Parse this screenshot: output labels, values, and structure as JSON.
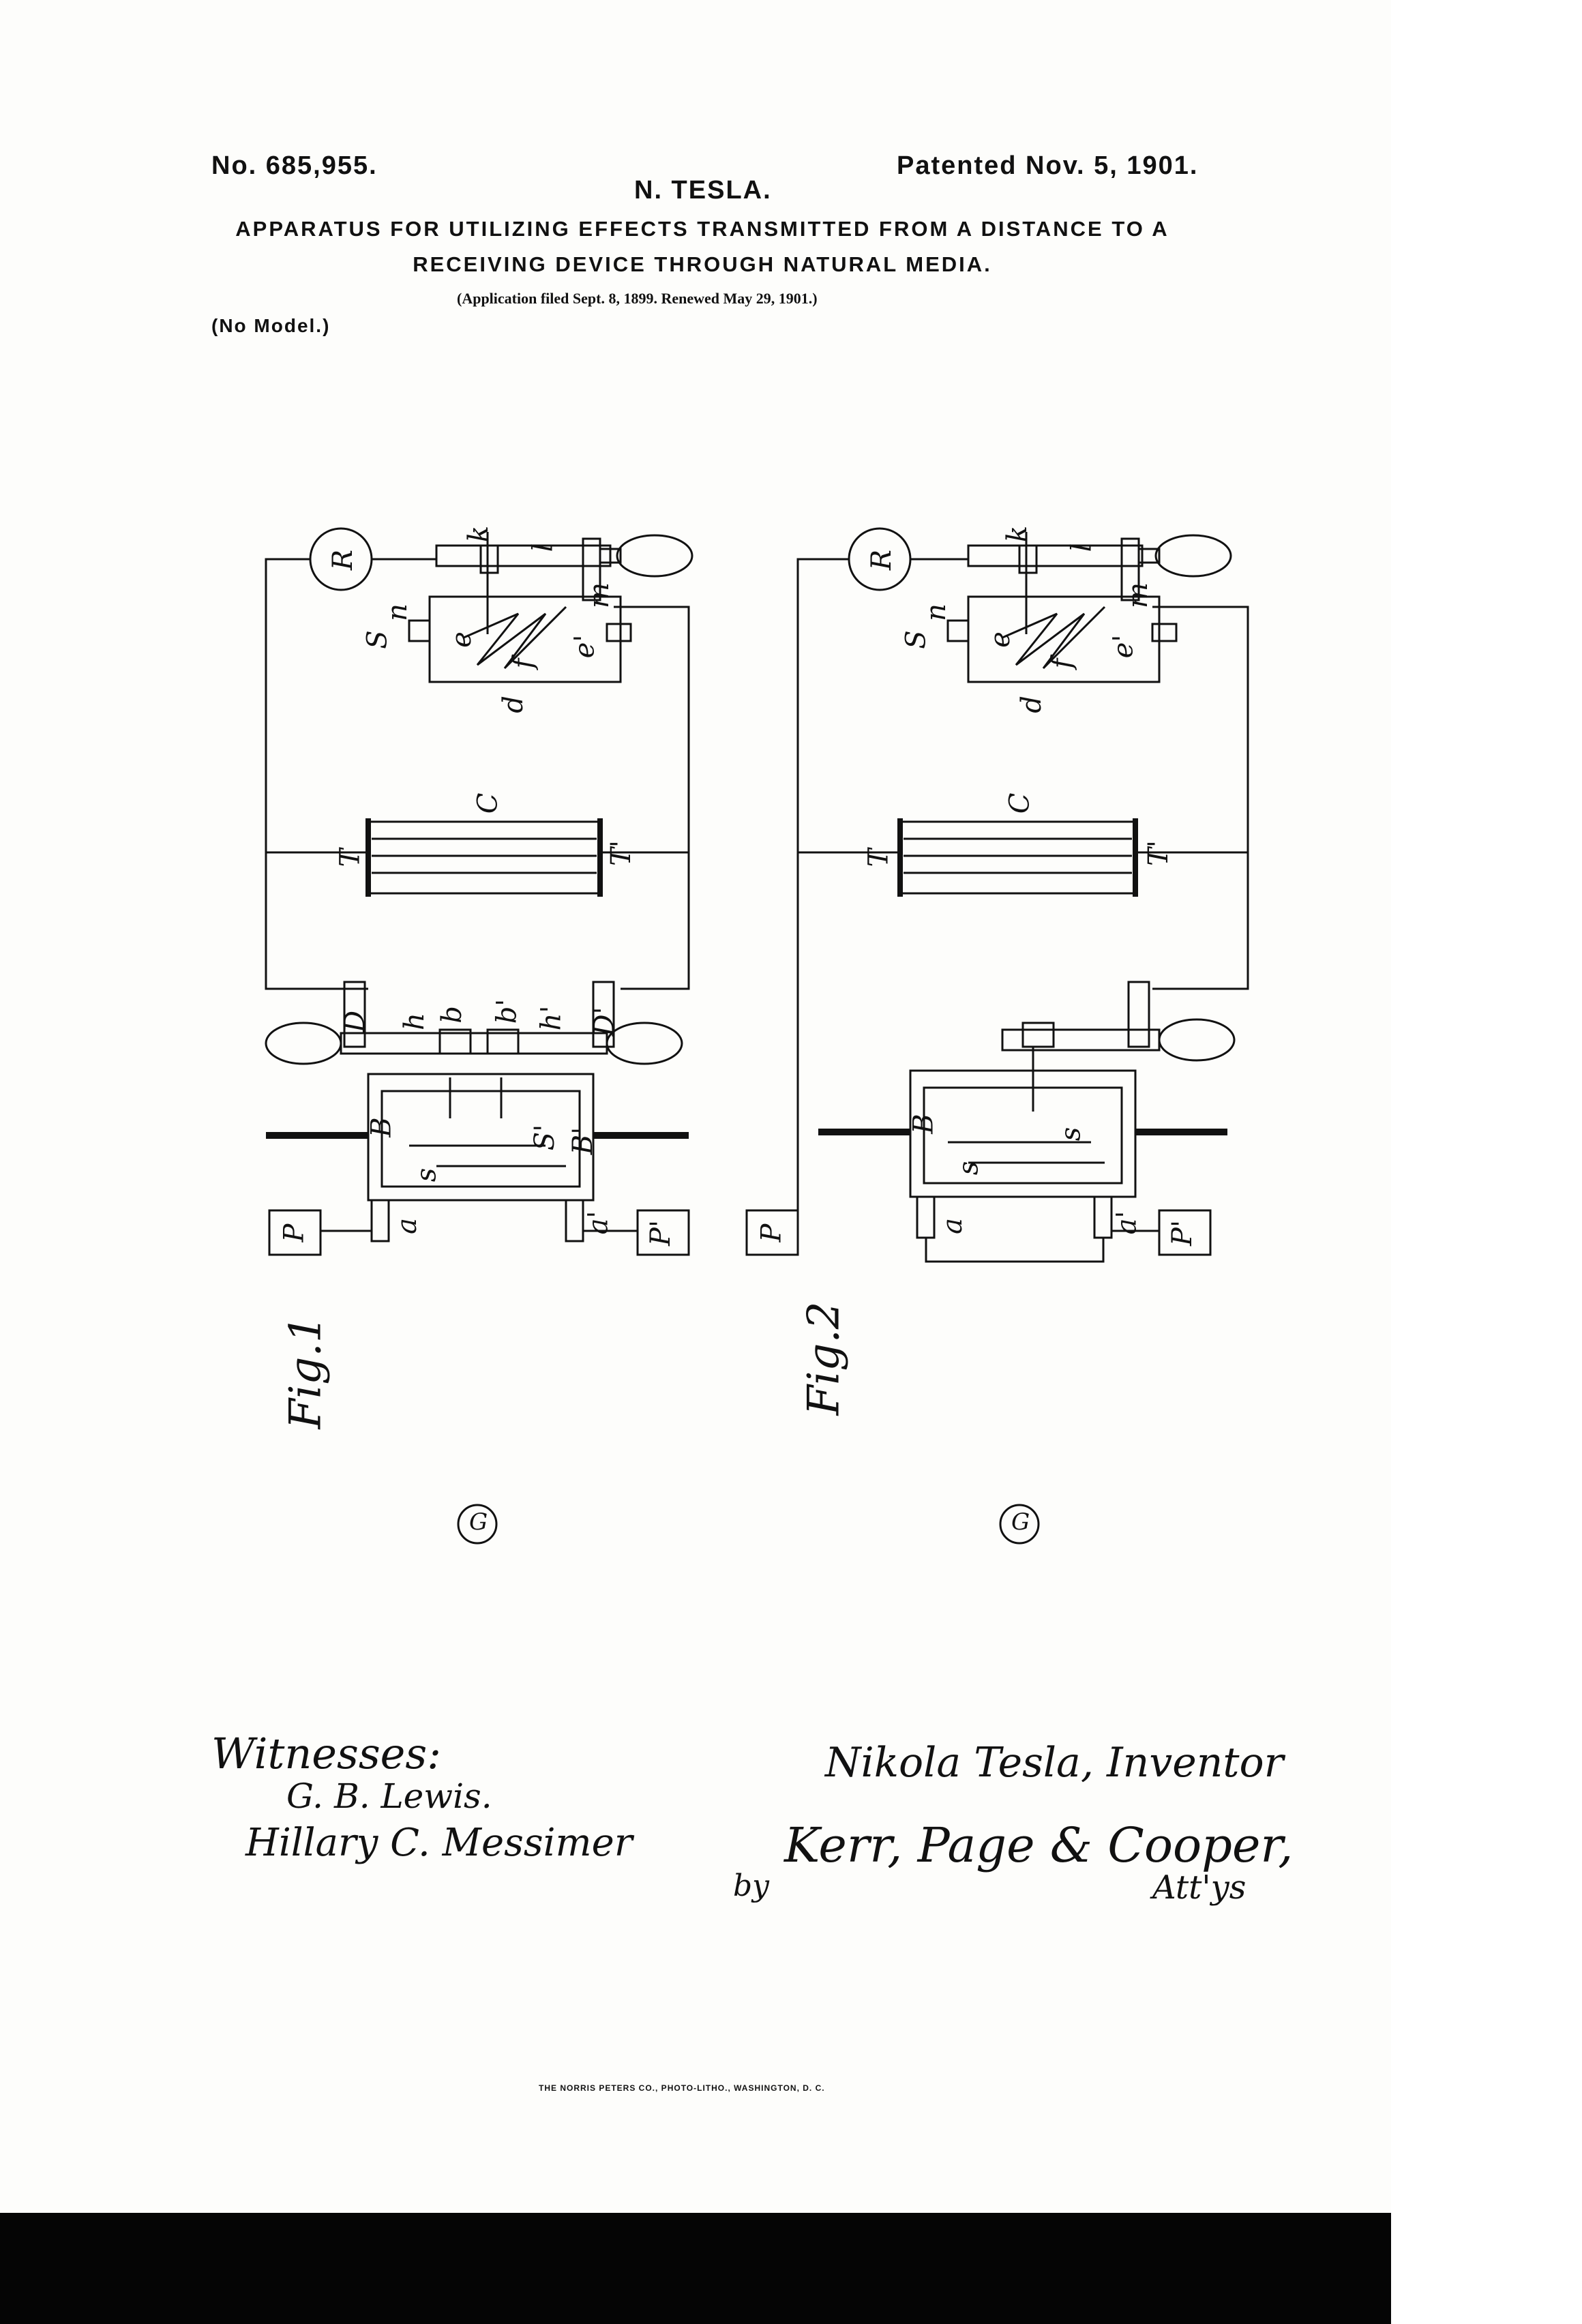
{
  "header": {
    "patent_number": "No. 685,955.",
    "patented_date": "Patented Nov. 5, 1901.",
    "inventor": "N. TESLA.",
    "title_line1": "APPARATUS FOR UTILIZING EFFECTS TRANSMITTED FROM A DISTANCE TO A",
    "title_line2": "RECEIVING DEVICE THROUGH NATURAL MEDIA.",
    "application": "(Application filed Sept. 8, 1899. Renewed May 29, 1901.)",
    "model": "(No Model.)"
  },
  "figures": {
    "fig1_label": "Fig.1",
    "fig2_label": "Fig.2",
    "labels": {
      "R": "R",
      "k": "k",
      "l": "l",
      "m": "m",
      "n": "n",
      "S": "S",
      "e": "e",
      "e_prime": "e'",
      "f": "f",
      "d": "d",
      "C": "C",
      "T": "T",
      "T_prime": "T'",
      "D": "D",
      "D_prime": "D'",
      "h": "h",
      "h_prime": "h'",
      "b": "b",
      "b_prime": "b'",
      "B": "B",
      "B_prime": "B'",
      "s": "s",
      "S_prime": "S'",
      "a": "a",
      "a_prime": "a'",
      "P": "P",
      "P_prime": "P'",
      "G": "G"
    }
  },
  "signatures": {
    "witnesses_label": "Witnesses:",
    "witness1": "G. B. Lewis.",
    "witness2": "Hillary C. Messimer",
    "inventor_sig": "Nikola Tesla, Inventor",
    "by": "by",
    "attorneys": "Kerr, Page & Cooper,",
    "attys": "Att'ys"
  },
  "footer": {
    "printer": "THE NORRIS PETERS CO., PHOTO-LITHO., WASHINGTON, D. C."
  }
}
